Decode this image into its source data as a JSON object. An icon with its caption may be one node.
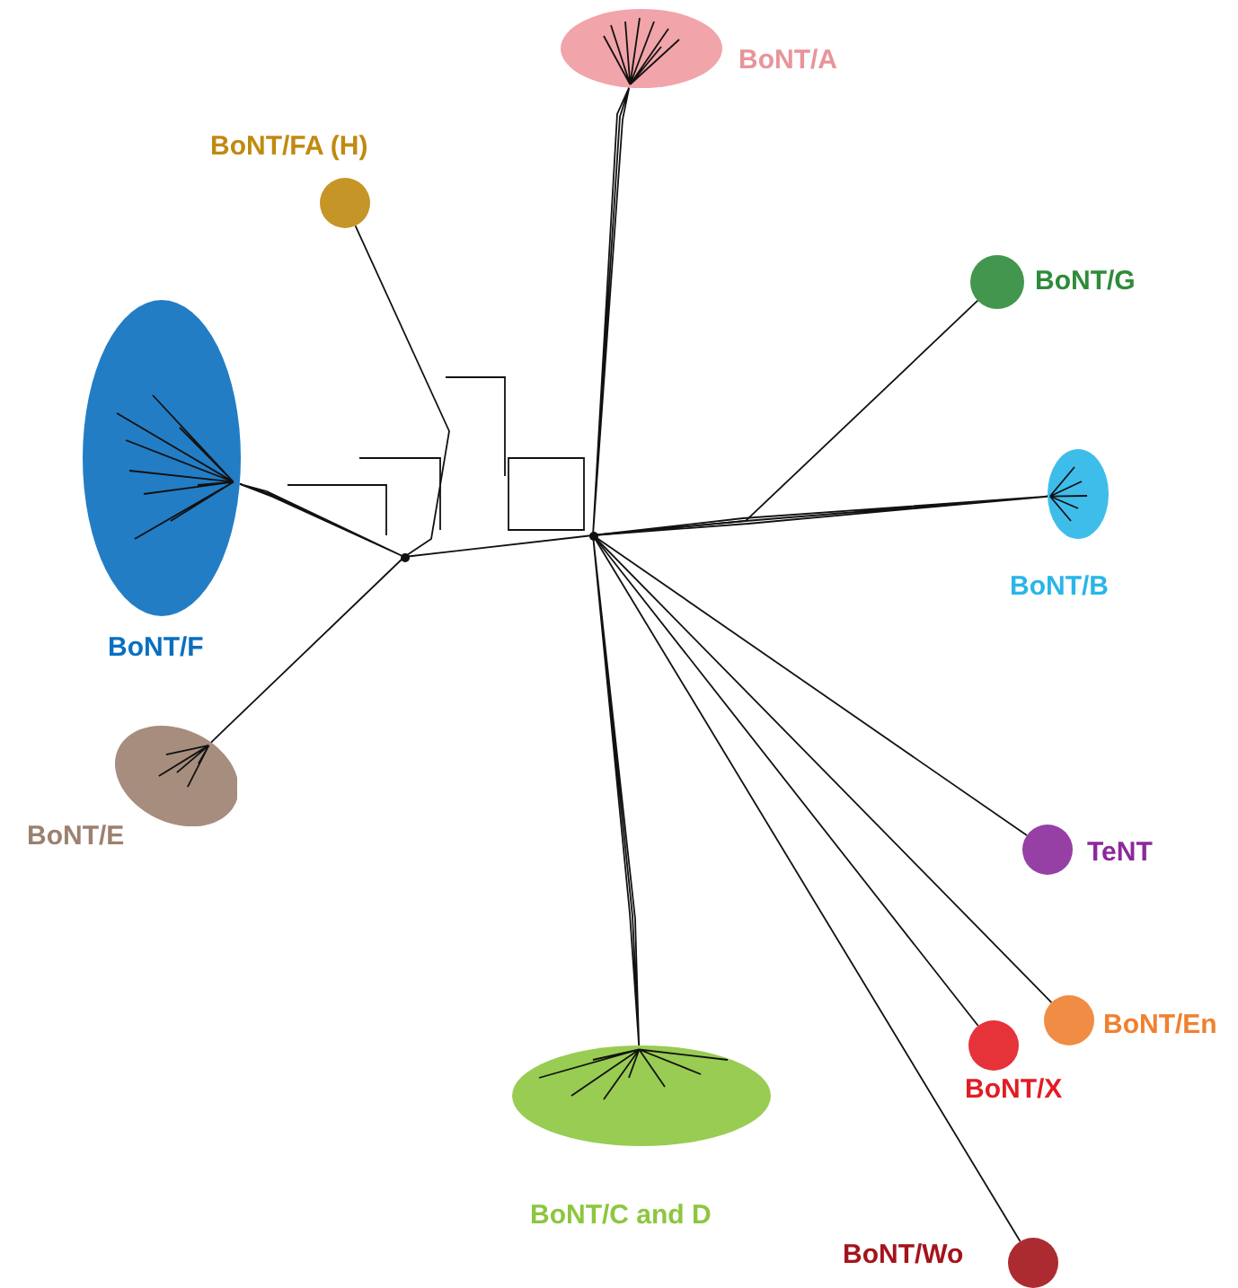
{
  "diagram": {
    "nodes": [
      {
        "text": [
          "BoNT/A"
        ]
      },
      {
        "text": [
          "BoNT/FA (H)"
        ]
      },
      {
        "text": [
          "BoNT/G"
        ]
      },
      {
        "text": [
          "BoNT/F"
        ]
      },
      {
        "text": [
          "BoNT/B"
        ]
      },
      {
        "text": [
          "BoNT/E"
        ]
      },
      {
        "text": [
          "TeNT"
        ]
      },
      {
        "text": [
          "BoNT/En"
        ]
      },
      {
        "text": [
          "BoNT/X"
        ]
      },
      {
        "text": [
          "BoNT/C and D"
        ]
      },
      {
        "text": [
          "BoNT/Wo"
        ]
      },
      {
        "text": [],
        "shape": "junction"
      },
      {
        "text": [],
        "shape": "junction"
      }
    ],
    "edges": [
      {
        "from": 11,
        "to": 0,
        "arrow": "none"
      },
      {
        "from": 12,
        "to": 1,
        "arrow": "none"
      },
      {
        "from": 11,
        "to": 2,
        "arrow": "none"
      },
      {
        "from": 12,
        "to": 3,
        "arrow": "none"
      },
      {
        "from": 11,
        "to": 4,
        "arrow": "none"
      },
      {
        "from": 12,
        "to": 5,
        "arrow": "none"
      },
      {
        "from": 11,
        "to": 6,
        "arrow": "none"
      },
      {
        "from": 11,
        "to": 7,
        "arrow": "none"
      },
      {
        "from": 11,
        "to": 8,
        "arrow": "none"
      },
      {
        "from": 11,
        "to": 9,
        "arrow": "none"
      },
      {
        "from": 11,
        "to": 10,
        "arrow": "none"
      },
      {
        "from": 11,
        "to": 12,
        "arrow": "none"
      }
    ]
  }
}
